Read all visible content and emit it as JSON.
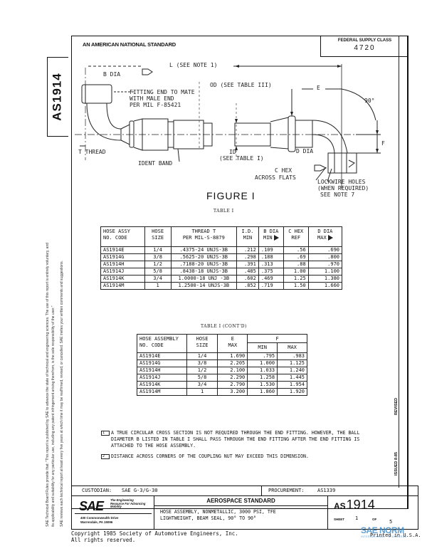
{
  "header": {
    "standard_type": "AN AMERICAN NATIONAL STANDARD",
    "federal_supply_class_label": "FEDERAL SUPPLY CLASS",
    "federal_supply_class_value": "4720"
  },
  "side_code": "AS1914",
  "side_disclaimer": [
    "SAE Technical Board Rules provide that: \"This report is published by SAE to advance the state of technical and engineering sciences. The use of this report is entirely voluntary, and",
    "its applicability and suitability for any particular use, including any patent infringement arising therefrom, is the sole responsibility of the user.\"",
    "SAE reviews each technical report at least every five years at which time it may be reaffirmed, revised, or cancelled. SAE invites your written comments and suggestions."
  ],
  "drawing": {
    "labels": {
      "b_dia": "B DIA",
      "l": "L (SEE NOTE 1)",
      "od": "OD (SEE TABLE III)",
      "fitting_end": [
        "FITTING END TO MATE",
        "WITH MALE END",
        "PER MIL F-85421"
      ],
      "e": "E",
      "angle": "90°",
      "f": "F",
      "t_thread": "T THREAD",
      "ident_band": "IDENT BAND",
      "id": [
        "ID",
        "(SEE TABLE I)"
      ],
      "d_dia": "D DIA",
      "d_flag": "2",
      "b_flag": "1",
      "c_hex": [
        "C HEX",
        "ACROSS FLATS"
      ],
      "lockwire": [
        "LOCKWIRE HOLES",
        "(WHEN REQUIRED)",
        "SEE NOTE 7"
      ]
    }
  },
  "figure_title": "FIGURE I",
  "table1": {
    "title": "TABLE I",
    "headers": [
      "HOSE ASSY\nNO. CODE",
      "HOSE\nSIZE",
      "THREAD T\nPER MIL-S-8879",
      "I.D.\nMIN",
      "B DIA\nMIN",
      "C HEX\nREF",
      "D DIA\nMAX"
    ],
    "rows": [
      [
        "AS1914E",
        "1/4",
        ".4375-24 UNJS-3B",
        ".212",
        ".109",
        ".56",
        ".690"
      ],
      [
        "AS1914G",
        "3/8",
        ".5625-20 UNJS-3B",
        ".298",
        ".188",
        ".69",
        ".800"
      ],
      [
        "AS1914H",
        "1/2",
        ".7188-20 UNJS-3B",
        ".391",
        ".313",
        ".88",
        ".970"
      ],
      [
        "AS1914J",
        "5/8",
        ".8438-18 UNJS-3B",
        ".485",
        ".375",
        "1.00",
        "1.100"
      ],
      [
        "AS1914K",
        "3/4",
        "1.0000-18 UNJ -3B",
        ".602",
        ".469",
        "1.25",
        "1.380"
      ],
      [
        "AS1914M",
        "1",
        "1.2500-14 UNJS-3B",
        ".852",
        ".719",
        "1.50",
        "1.660"
      ]
    ]
  },
  "table1_cont": {
    "title": "TABLE I (CONT'D)",
    "headers": {
      "code": "HOSE ASSEMBLY\nNO. CODE",
      "size": "HOSE\nSIZE",
      "e": "E\nMAX",
      "f": "F",
      "f_min": "MIN",
      "f_max": "MAX"
    },
    "rows": [
      [
        "AS1914E",
        "1/4",
        "1.690",
        ".795",
        ".983"
      ],
      [
        "AS1914G",
        "3/8",
        "2.205",
        "1.000",
        "1.125"
      ],
      [
        "AS1914H",
        "1/2",
        "2.100",
        "1.033",
        "1.240"
      ],
      [
        "AS1914J",
        "5/8",
        "2.290",
        "1.258",
        "1.445"
      ],
      [
        "AS1914K",
        "3/4",
        "2.790",
        "1.530",
        "1.954"
      ],
      [
        "AS1914M",
        "1",
        "3.200",
        "1.860",
        "1.920"
      ]
    ]
  },
  "notes": [
    {
      "flag": "1",
      "text": "A TRUE CIRCULAR CROSS SECTION IS NOT REQUIRED THROUGH THE END FITTING. HOWEVER, THE BALL DIAMETER B LISTED IN TABLE I SHALL PASS THROUGH THE END FITTING AFTER THE END FITTING IS ATTACHED TO THE HOSE ASSEMBLY."
    },
    {
      "flag": "2",
      "text": "DISTANCE ACROSS CORNERS OF THE COUPLING NUT MAY EXCEED THIS DIMENSION."
    }
  ],
  "revision": {
    "revised_label": "REVISED",
    "issued_label": "ISSUED 8-85"
  },
  "footer": {
    "custodian_label": "CUSTODIAN:",
    "custodian_value": "SAE G-3/G-30",
    "procurement_label": "PROCUREMENT:",
    "procurement_value": "AS1339",
    "sae_logo": "SAE",
    "sae_tagline": "The Engineering Resource For Advancing Mobility",
    "sae_address": [
      "400 Commonwealth Drive",
      "Warrendale, PA 15096"
    ],
    "standard_heading": "AEROSPACE STANDARD",
    "description": [
      "HOSE ASSEMBLY, NONMETALLIC, 3000 PSI, TFE",
      "LIGHTWEIGHT, BEAM SEAL, 90° TO 90°"
    ],
    "doc_prefix": "AS",
    "doc_number": "1914",
    "sheet_label": "SHEET",
    "sheet_number": "1",
    "sheet_of": "OF",
    "sheet_total": "5"
  },
  "copyright": [
    "Copyright 1985 Society of Automotive Engineers, Inc.",
    "All rights reserved."
  ],
  "printed": "Printed in U.S.A.",
  "watermark": {
    "text": "SAE NORM",
    "sub": "INTERNATIONAL · STANDARDS"
  }
}
